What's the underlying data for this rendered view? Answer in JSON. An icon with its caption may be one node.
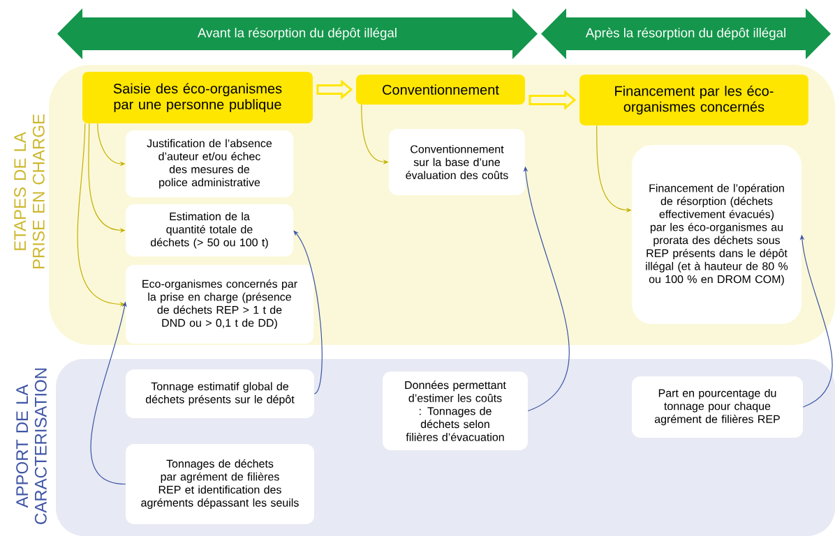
{
  "diagram": {
    "nodes": [
      {
        "text": [
          "ETAPES DE LA PRISE EN CHARGE"
        ]
      },
      {
        "text": [
          "APPORT DE LA CARACTERISATION"
        ]
      },
      {
        "text": [
          "Avant la résorption du dépôt illégal"
        ]
      },
      {
        "text": [
          "Après la résorption du dépôt illégal"
        ]
      },
      {
        "text": [
          "Saisie des éco-organismes par une personne publique"
        ],
        "in": 0
      },
      {
        "text": [
          "Conventionnement"
        ],
        "in": 0
      },
      {
        "text": [
          "Financement par les éco-organismes concernés"
        ],
        "in": 0
      },
      {
        "text": [
          "Justification de l’absence d’auteur et/ou échec des mesures de police administrative"
        ],
        "in": 0
      },
      {
        "text": [
          "Estimation de la quantité totale de déchets (> 50 ou 100 t)"
        ],
        "in": 0
      },
      {
        "text": [
          "Eco-organismes concernés par la prise en charge (présence de déchets REP > 1 t de DND ou > 0,1 t de DD)"
        ],
        "in": 0
      },
      {
        "text": [
          "Conventionnement sur la base d’une évaluation des coûts"
        ],
        "in": 0
      },
      {
        "text": [
          "Financement de l’opération de résorption (déchets effectivement évacués) par les éco-organismes au prorata des déchets sous REP présents dans le dépôt illégal (et à hauteur de 80 % ou 100 % en DROM COM)"
        ],
        "in": 0
      },
      {
        "text": [
          "Tonnage estimatif global de déchets présents sur le dépôt"
        ],
        "in": 1
      },
      {
        "text": [
          "Tonnages de déchets par agrément de filières REP et identification des agréments dépassant les seuils"
        ],
        "in": 1
      },
      {
        "text": [
          "Données permettant d’estimer les coûts : Tonnages de déchets selon filières d’évacuation"
        ],
        "in": 1
      },
      {
        "text": [
          "Part en pourcentage du tonnage pour chaque agrément de filières REP"
        ],
        "in": 1
      }
    ],
    "edges": [
      {
        "from": 4,
        "to": 5,
        "arrow": "to",
        "style": "thick",
        "color": "#ffe600"
      },
      {
        "from": 5,
        "to": 6,
        "arrow": "to",
        "style": "thick",
        "color": "#ffe600"
      },
      {
        "from": 4,
        "to": 7,
        "arrow": "to",
        "color": "#c4b000"
      },
      {
        "from": 4,
        "to": 8,
        "arrow": "to",
        "color": "#c4b000"
      },
      {
        "from": 4,
        "to": 9,
        "arrow": "to",
        "color": "#c4b000"
      },
      {
        "from": 5,
        "to": 10,
        "arrow": "to",
        "color": "#c4b000"
      },
      {
        "from": 6,
        "to": 11,
        "arrow": "to",
        "color": "#c4b000"
      },
      {
        "from": 13,
        "to": 9,
        "arrow": "to",
        "color": "#3b54a3"
      },
      {
        "from": 12,
        "to": 8,
        "arrow": "to",
        "color": "#3b54a3"
      },
      {
        "from": 14,
        "to": 10,
        "arrow": "to",
        "color": "#3b54a3"
      },
      {
        "from": 15,
        "to": 11,
        "arrow": "to",
        "color": "#3b54a3"
      }
    ]
  }
}
